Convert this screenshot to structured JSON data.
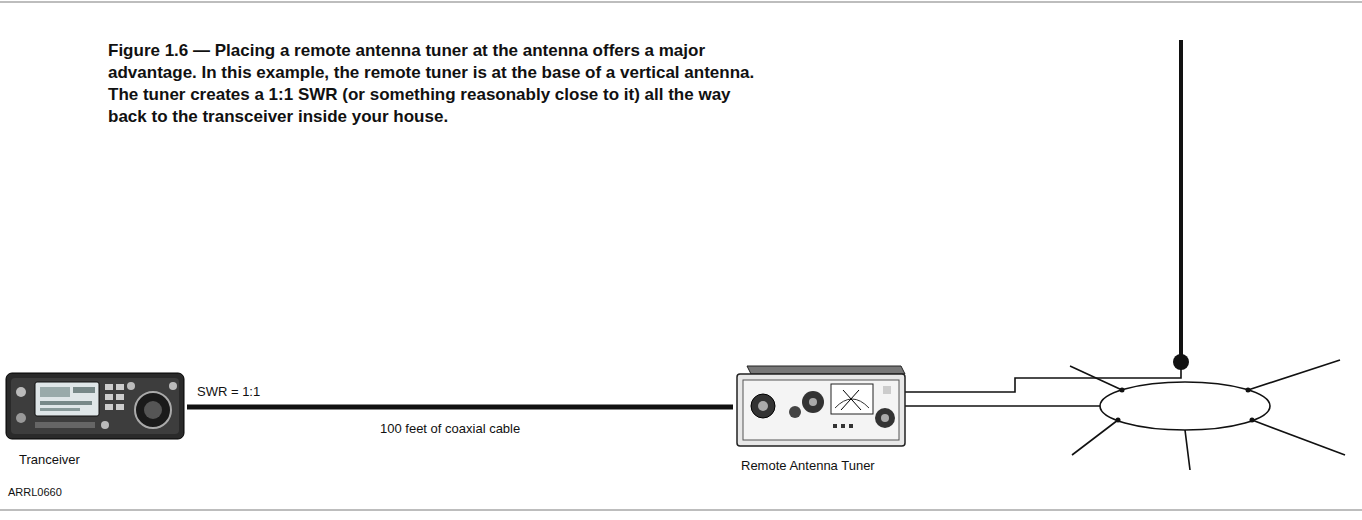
{
  "diagram": {
    "caption": "Figure 1.6 — Placing a remote antenna tuner at the antenna offers a major advantage. In this example, the remote tuner is at the base of a vertical antenna. The tuner creates a 1:1 SWR (or something reasonably close to it) all the way back to the transceiver inside your house.",
    "nodes": [
      {
        "text": [
          "Tranceiver"
        ]
      },
      {
        "text": [
          "Remote Antenna Tuner"
        ]
      }
    ],
    "edges": [
      {
        "from": 0,
        "to": 1,
        "arrow": "none",
        "label": "100 feet of coaxial cable"
      }
    ],
    "labels": [
      "SWR = 1:1",
      "ARRL0660"
    ]
  }
}
